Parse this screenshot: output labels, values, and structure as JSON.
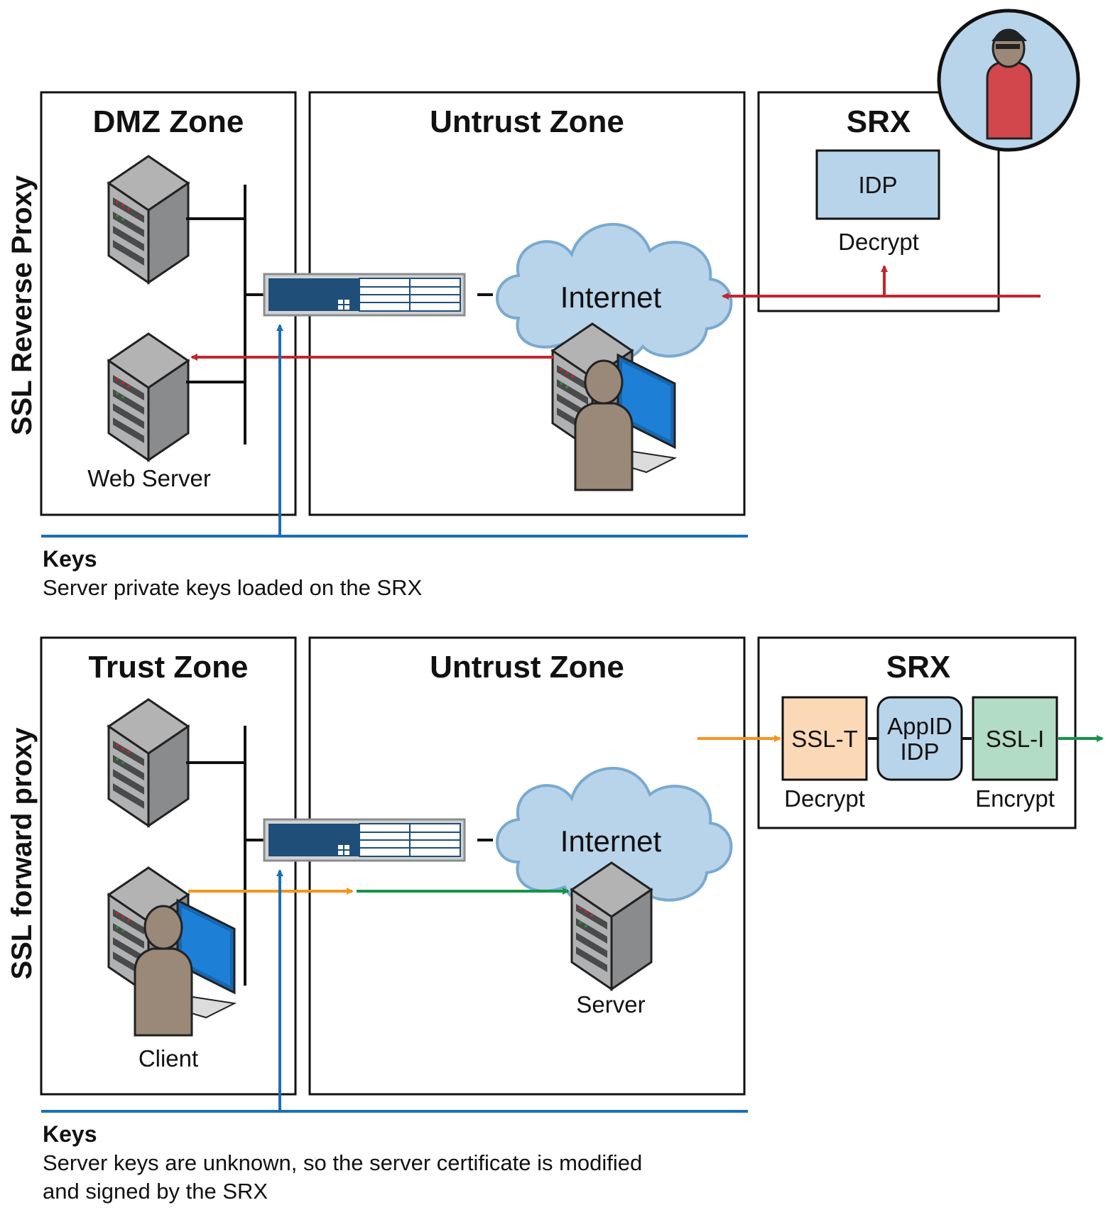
{
  "top": {
    "side_label": "SSL Reverse Proxy",
    "zone_left": "DMZ Zone",
    "zone_middle": "Untrust Zone",
    "zone_right": "SRX",
    "idp_label": "IDP",
    "decrypt_label": "Decrypt",
    "internet_label": "Internet",
    "web_server_label": "Web Server",
    "keys_title": "Keys",
    "keys_text": "Server private keys loaded on the SRX"
  },
  "bottom": {
    "side_label": "SSL forward proxy",
    "zone_left": "Trust Zone",
    "zone_middle": "Untrust Zone",
    "zone_right": "SRX",
    "sslt_label": "SSL-T",
    "appid_label": "AppID",
    "idp_label": "IDP",
    "ssli_label": "SSL-I",
    "decrypt_label": "Decrypt",
    "encrypt_label": "Encrypt",
    "internet_label": "Internet",
    "server_label": "Server",
    "client_label": "Client",
    "keys_title": "Keys",
    "keys_text_line1": "Server keys are unknown, so the server certificate is modified",
    "keys_text_line2": "and signed by the SRX"
  },
  "colors": {
    "red_flow": "#c1272d",
    "blue_keys": "#1a6fb5",
    "orange_flow": "#f7941d",
    "green_flow": "#139447",
    "idp_box": "#b8d4ea",
    "sslt_box": "#fcd9b6",
    "ssli_box": "#b2dcc3",
    "cloud": "#b8d4ea",
    "firewall": "#1f4e79"
  }
}
